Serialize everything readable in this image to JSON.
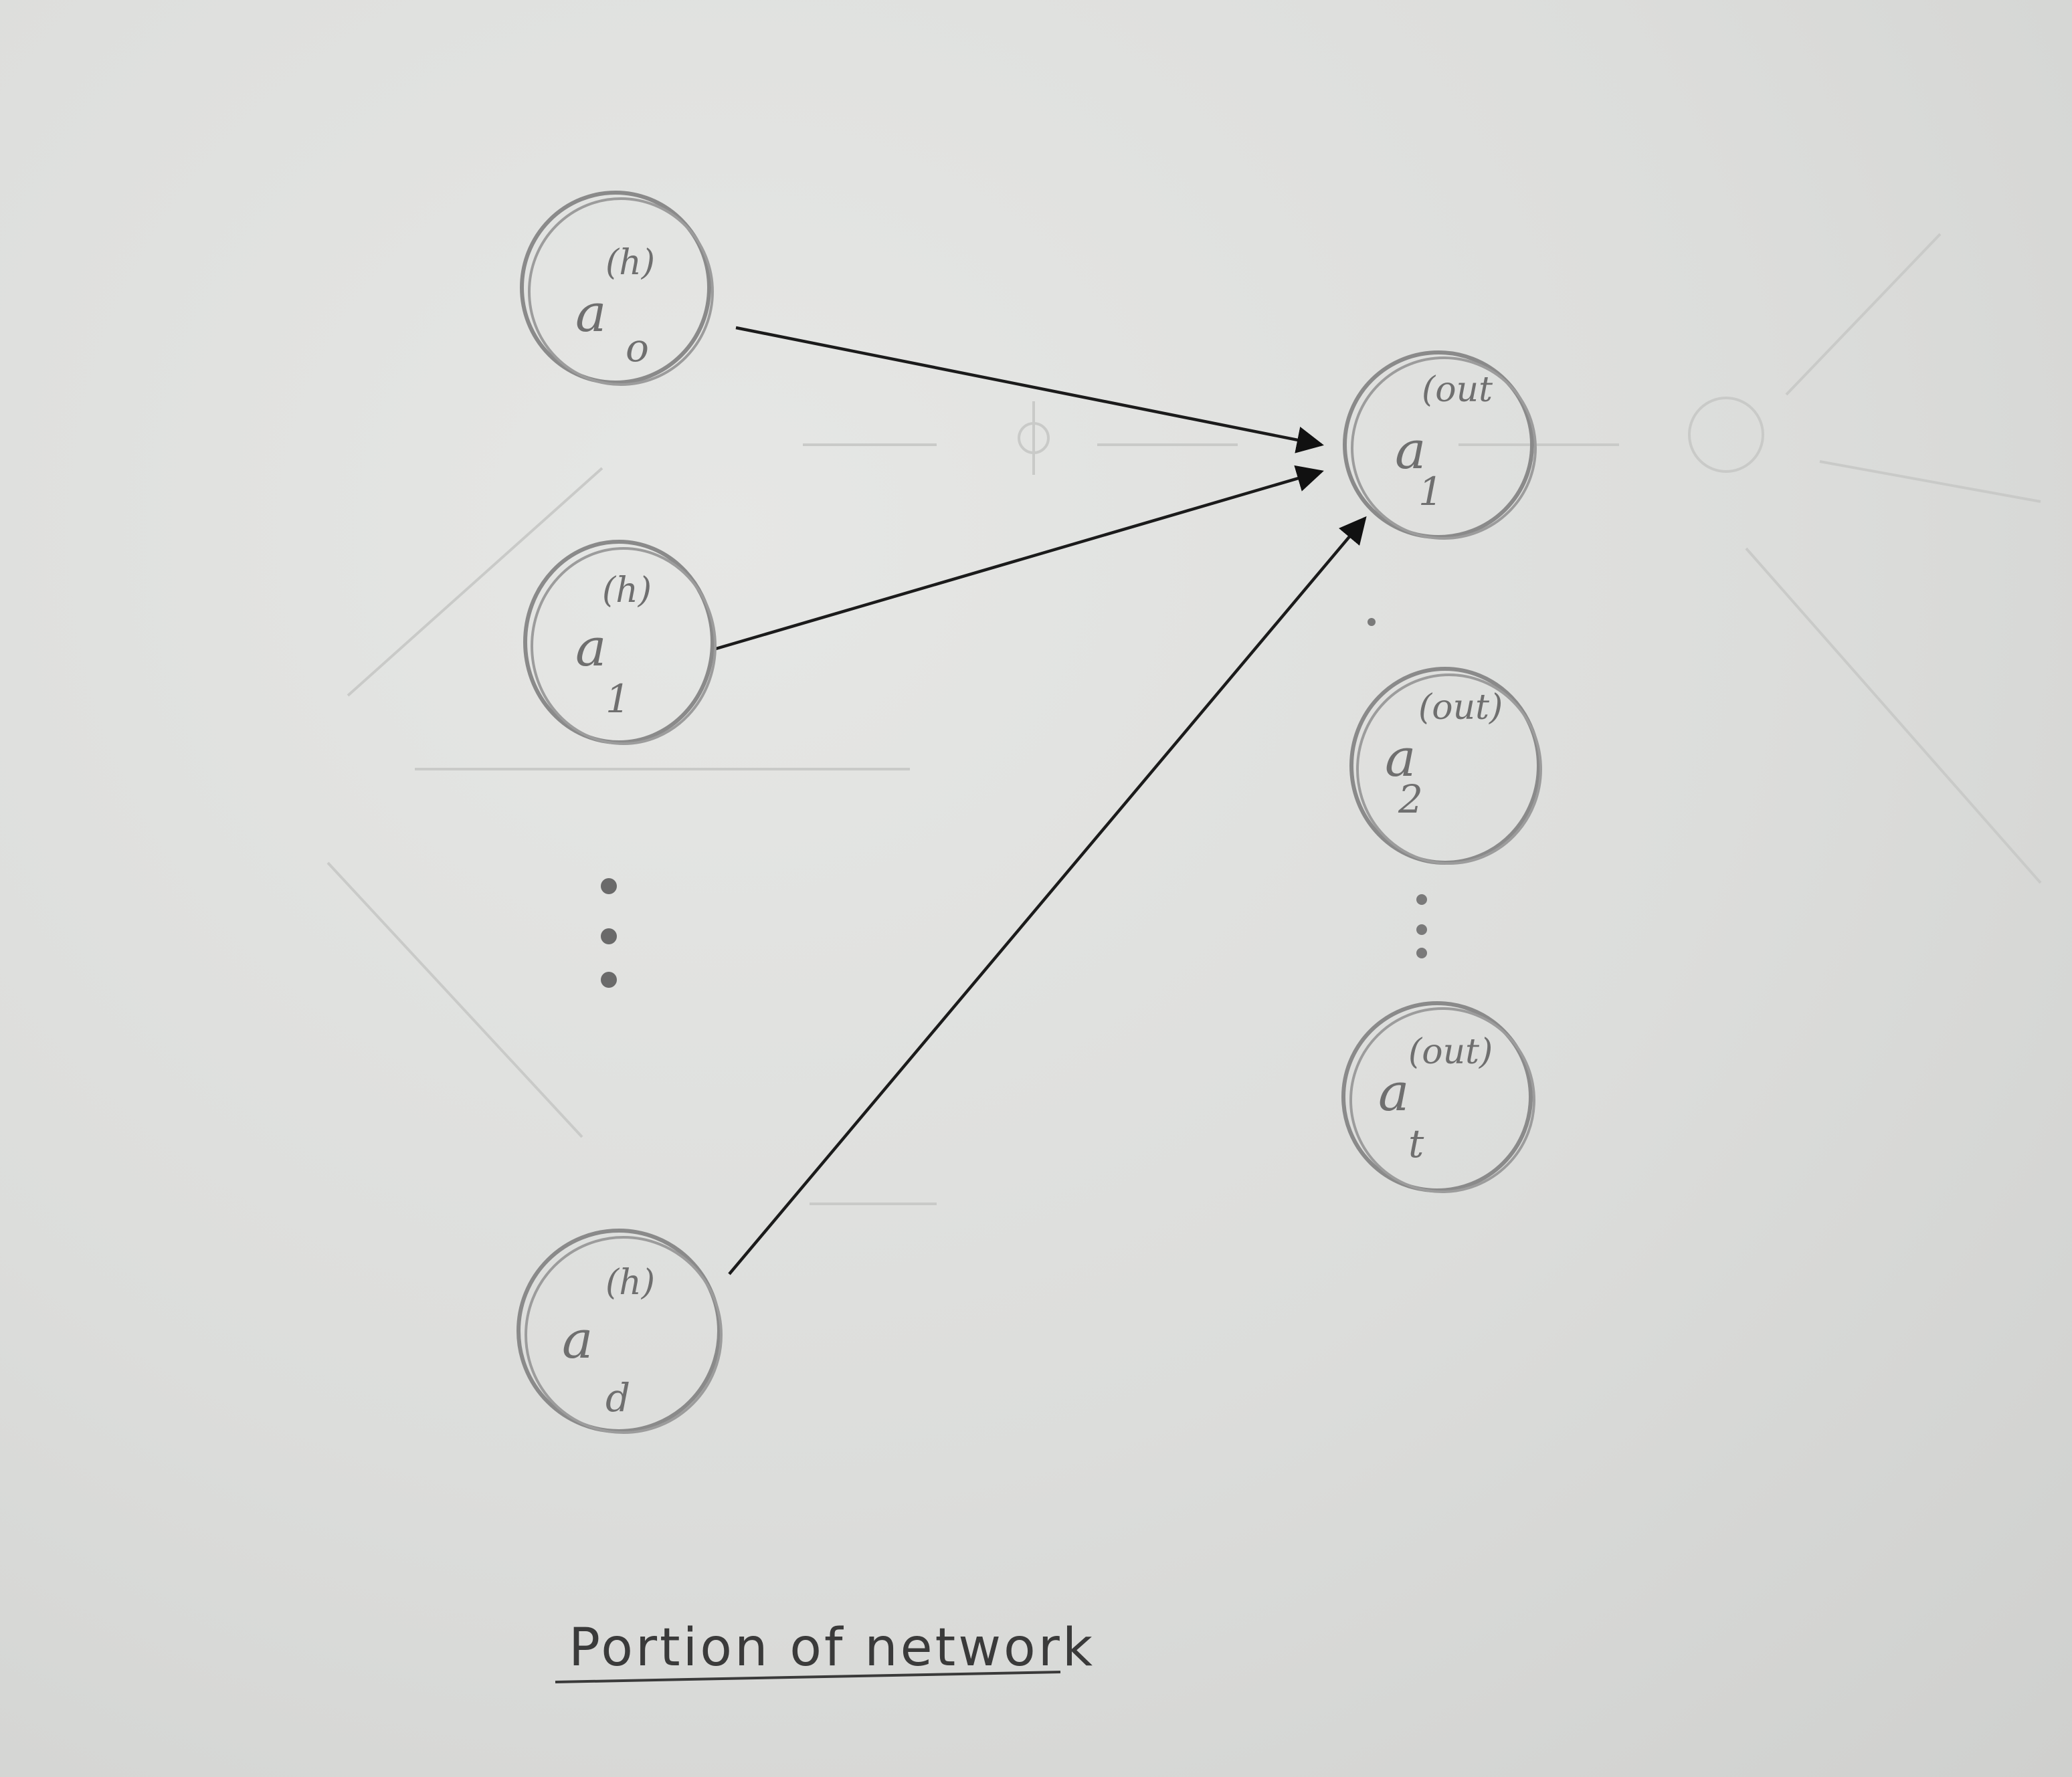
{
  "nodes": {
    "hidden": [
      {
        "base": "a",
        "sup": "(h)",
        "sub": "o"
      },
      {
        "base": "a",
        "sup": "(h)",
        "sub": "1"
      },
      {
        "base": "a",
        "sup": "(h)",
        "sub": "d"
      }
    ],
    "output": [
      {
        "base": "a",
        "sup": "(out",
        "sub": "1"
      },
      {
        "base": "a",
        "sup": "(out)",
        "sub": "2"
      },
      {
        "base": "a",
        "sup": "(out)",
        "sub": "t"
      }
    ]
  },
  "caption": "Portion of network"
}
